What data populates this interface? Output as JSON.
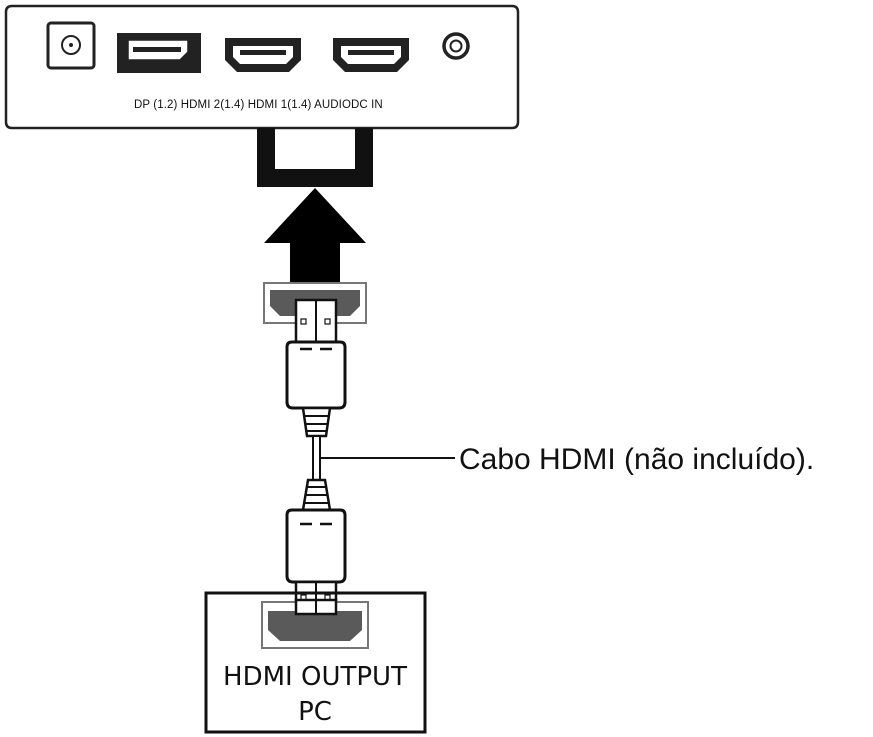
{
  "monitor": {
    "port_labels": "DP (1.2) HDMI 2(1.4) HDMI 1(1.4) AUDIODC IN"
  },
  "cable": {
    "label": "Cabo HDMI (não incluído)."
  },
  "pc": {
    "line1": "HDMI OUTPUT",
    "line2": "PC"
  }
}
